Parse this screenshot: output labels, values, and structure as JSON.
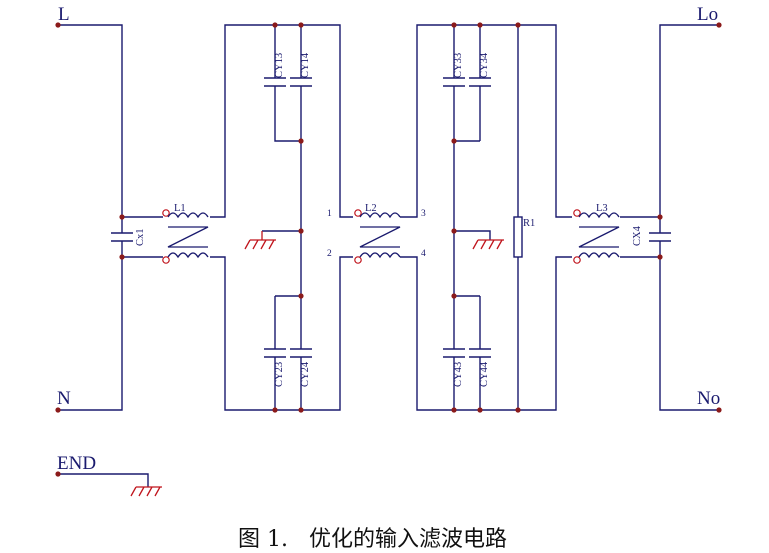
{
  "terminals": {
    "L": "L",
    "N": "N",
    "Lo": "Lo",
    "No": "No",
    "END": "END"
  },
  "components": {
    "Cx1": "Cx1",
    "L1": "L1",
    "L2": "L2",
    "L3": "L3",
    "R1": "R1",
    "CX4": "CX4",
    "CY13": "CY13",
    "CY14": "CY14",
    "CY23": "CY23",
    "CY24": "CY24",
    "CY33": "CY33",
    "CY34": "CY34",
    "CY43": "CY43",
    "CY44": "CY44"
  },
  "pins": {
    "p1": "1",
    "p2": "2",
    "p3": "3",
    "p4": "4"
  },
  "caption": "图 1.   优化的输入滤波电路",
  "colors": {
    "wire": "#1a1a6e",
    "ground": "#c0141c",
    "junction": "#8b1a1a"
  }
}
